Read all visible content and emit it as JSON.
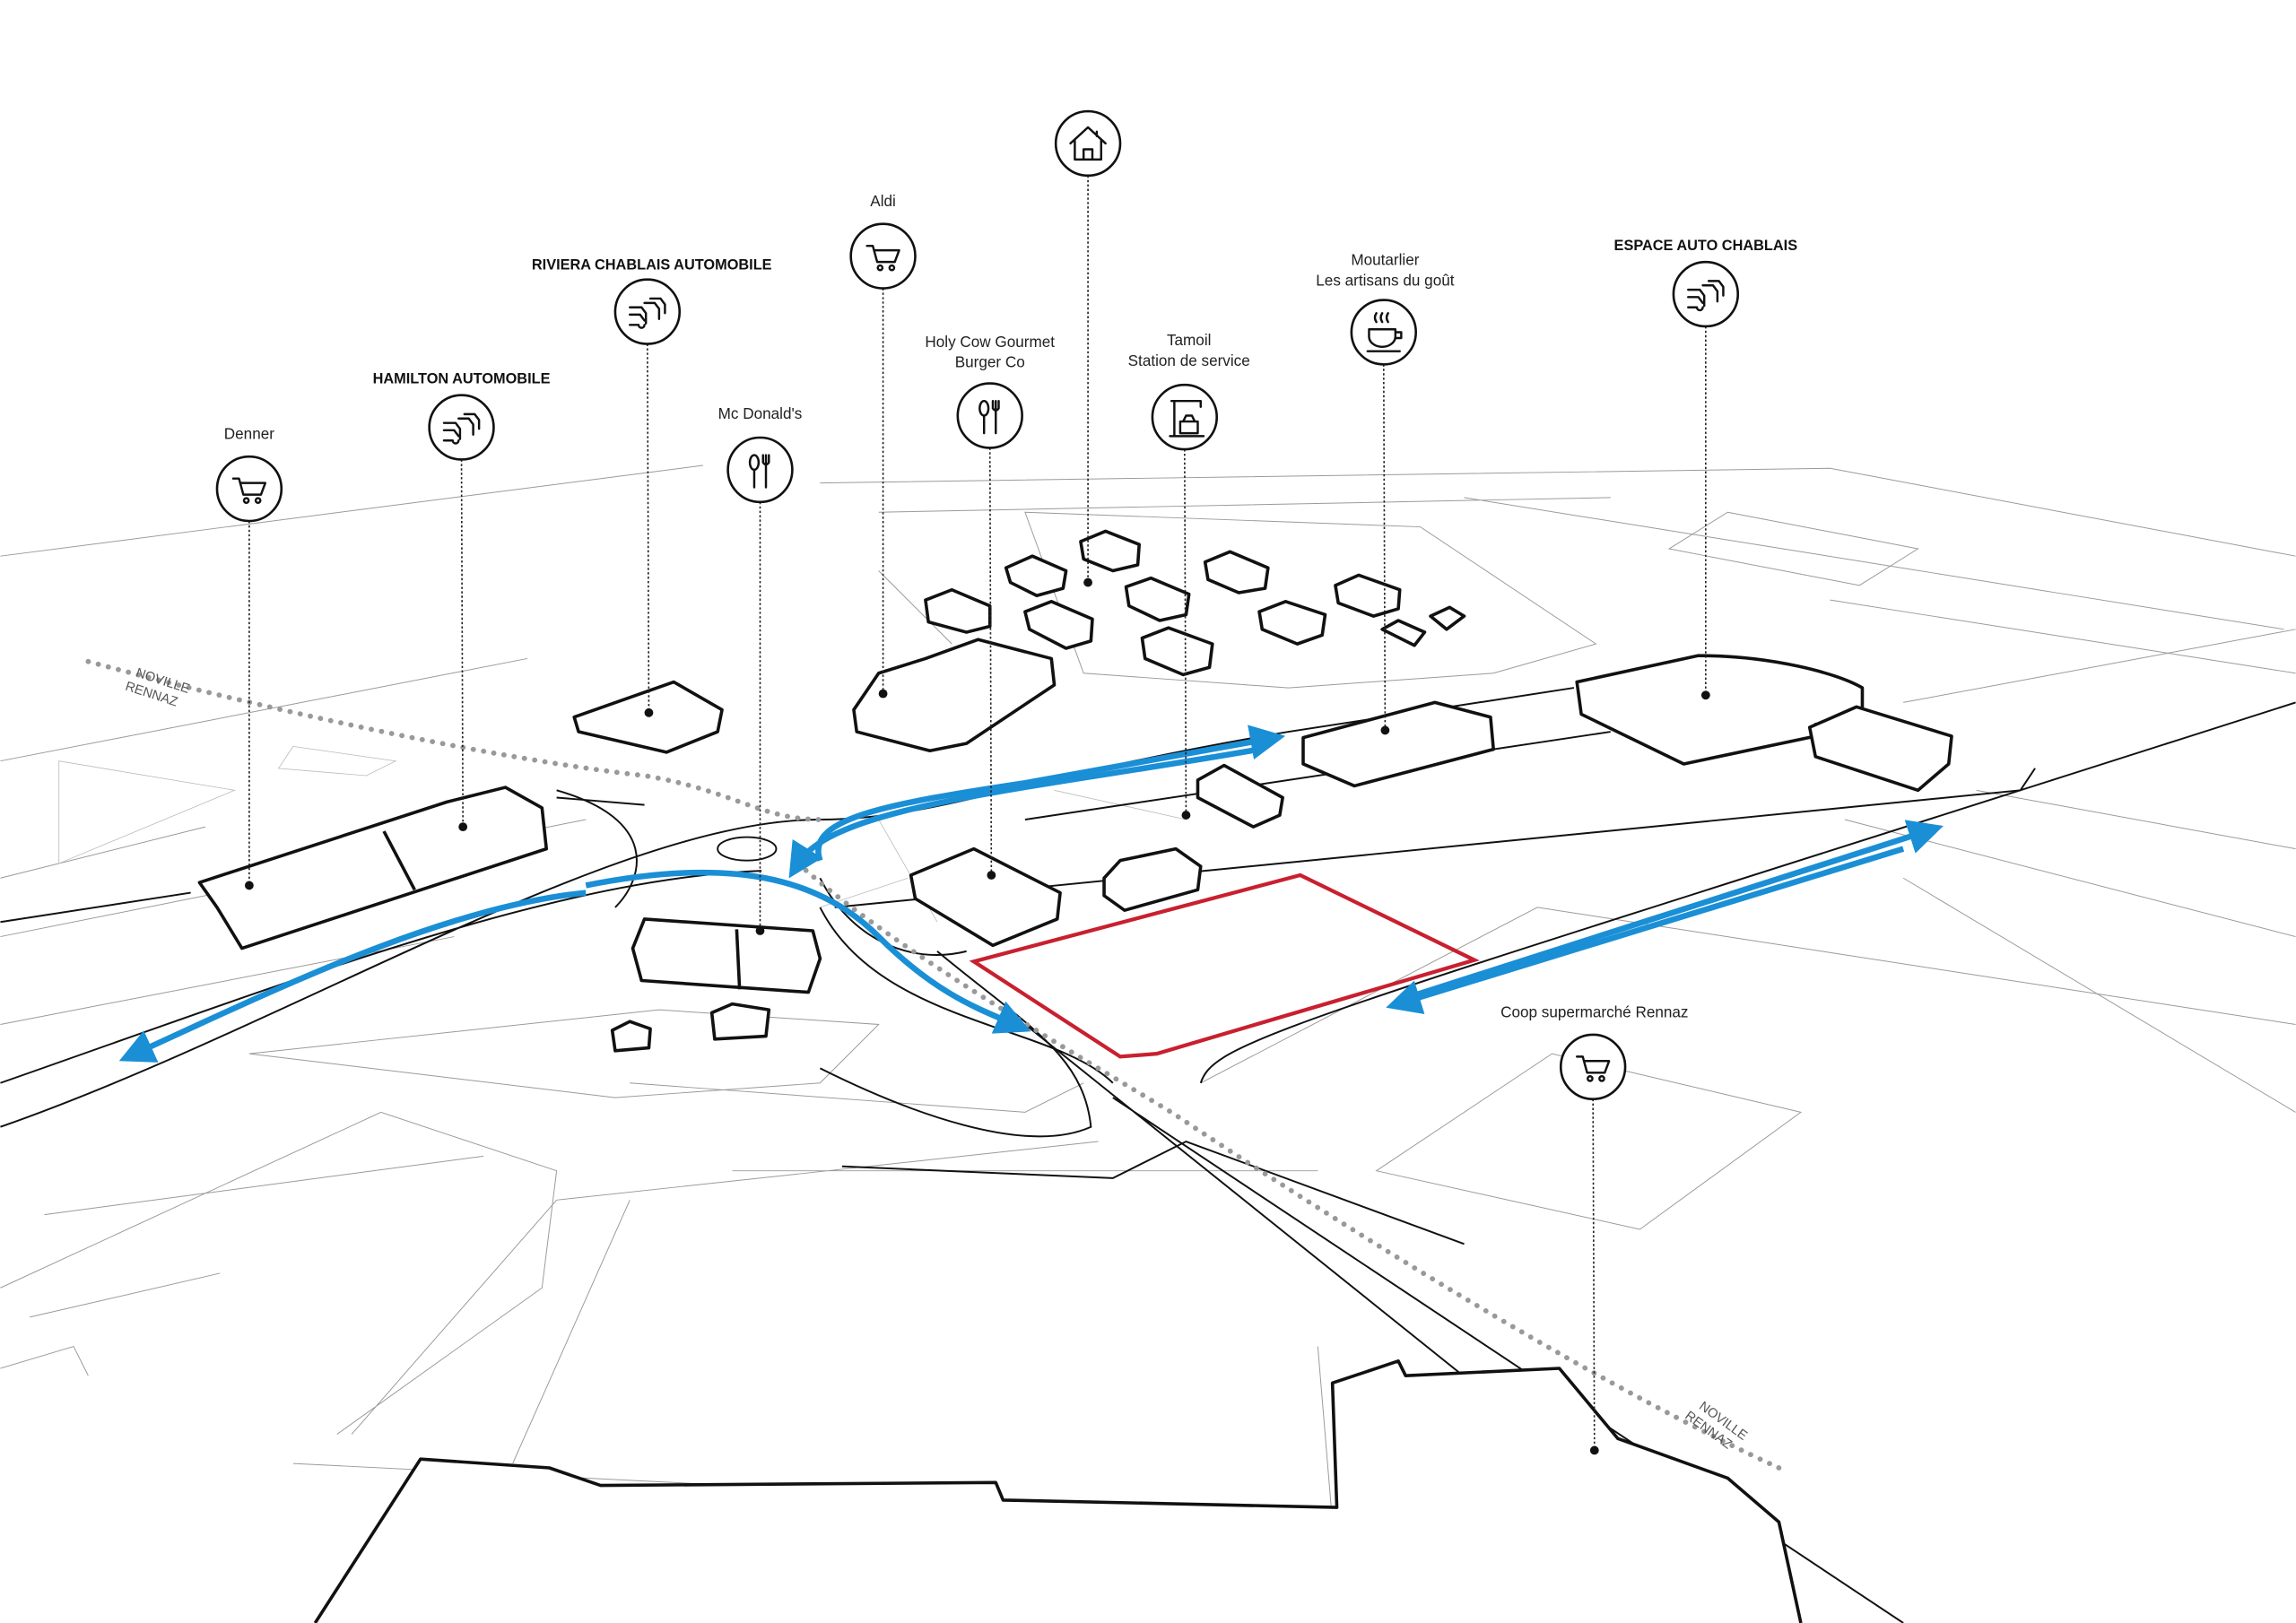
{
  "pois": {
    "denner": {
      "label": "Denner",
      "icon": "shopping-cart-icon"
    },
    "hamilton": {
      "label": "HAMILTON AUTOMOBILE",
      "icon": "cars-icon"
    },
    "riviera": {
      "label": "RIVIERA CHABLAIS AUTOMOBILE",
      "icon": "cars-icon"
    },
    "mcdonalds": {
      "label": "Mc Donald's",
      "icon": "fork-spoon-icon"
    },
    "aldi": {
      "label": "Aldi",
      "icon": "shopping-cart-icon"
    },
    "housing": {
      "icon": "house-icon"
    },
    "holycow": {
      "label_line1": "Holy Cow Gourmet",
      "label_line2": "Burger Co",
      "icon": "fork-spoon-icon"
    },
    "tamoil": {
      "label_line1": "Tamoil",
      "label_line2": "Station de service",
      "icon": "fuel-station-icon"
    },
    "moutarlier": {
      "label_line1": "Moutarlier",
      "label_line2": "Les artisans du goût",
      "icon": "coffee-cup-icon"
    },
    "espace": {
      "label": "ESPACE AUTO CHABLAIS",
      "icon": "cars-icon"
    },
    "coop": {
      "label": "Coop supermarché Rennaz",
      "icon": "shopping-cart-icon"
    }
  },
  "rail_labels": {
    "west": {
      "line1": "NOVILLE",
      "line2": "RENNAZ"
    },
    "east": {
      "line1": "NOVILLE",
      "line2": "RENNAZ"
    }
  },
  "colors": {
    "traffic_arrows": "#1a8fd6",
    "site_parcel": "#c8202f",
    "buildings": "#111111"
  }
}
